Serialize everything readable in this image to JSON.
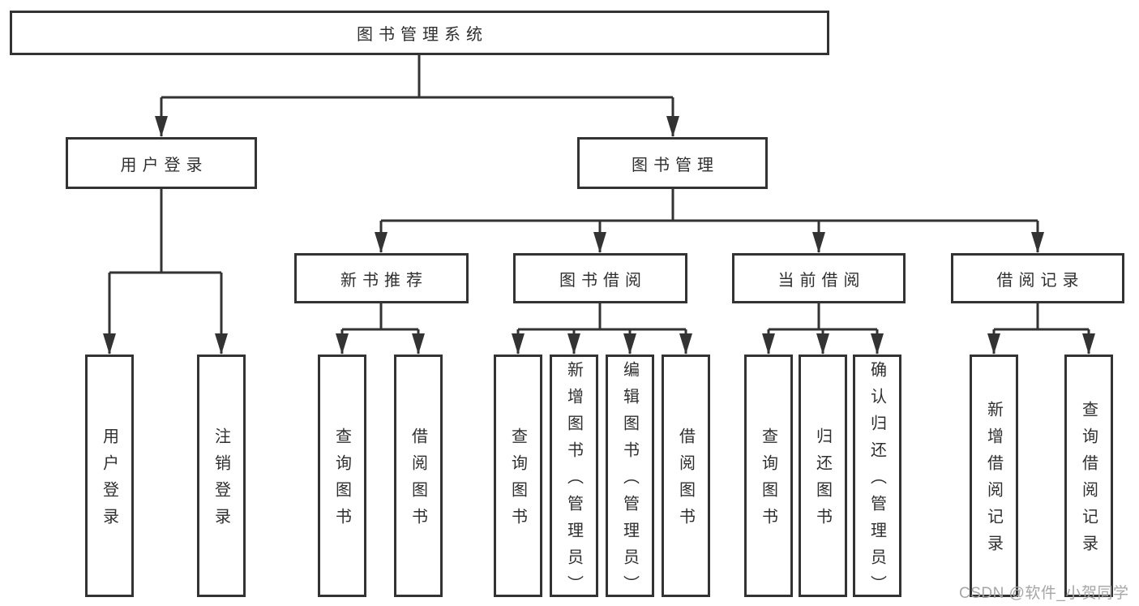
{
  "colors": {
    "background": "#ffffff",
    "box_fill": "#ffffff",
    "box_border": "#333333",
    "line": "#333333",
    "text": "#2f2f2f",
    "watermark": "#a6a6a6"
  },
  "watermark": "CSDN @软件_小贺同学",
  "tree": {
    "root": {
      "label": "图书管理系统",
      "children": [
        {
          "label": "用户登录",
          "children": [
            {
              "label": "用户登录"
            },
            {
              "label": "注销登录"
            }
          ]
        },
        {
          "label": "图书管理",
          "children": [
            {
              "label": "新书推荐",
              "children": [
                {
                  "label": "查询图书"
                },
                {
                  "label": "借阅图书"
                }
              ]
            },
            {
              "label": "图书借阅",
              "children": [
                {
                  "label": "查询图书"
                },
                {
                  "label": "新增图书（管理员）"
                },
                {
                  "label": "编辑图书（管理员）"
                },
                {
                  "label": "借阅图书"
                }
              ]
            },
            {
              "label": "当前借阅",
              "children": [
                {
                  "label": "查询图书"
                },
                {
                  "label": "归还图书"
                },
                {
                  "label": "确认归还（管理员）"
                }
              ]
            },
            {
              "label": "借阅记录",
              "children": [
                {
                  "label": "新增借阅记录"
                },
                {
                  "label": "查询借阅记录"
                }
              ]
            }
          ]
        }
      ]
    }
  }
}
